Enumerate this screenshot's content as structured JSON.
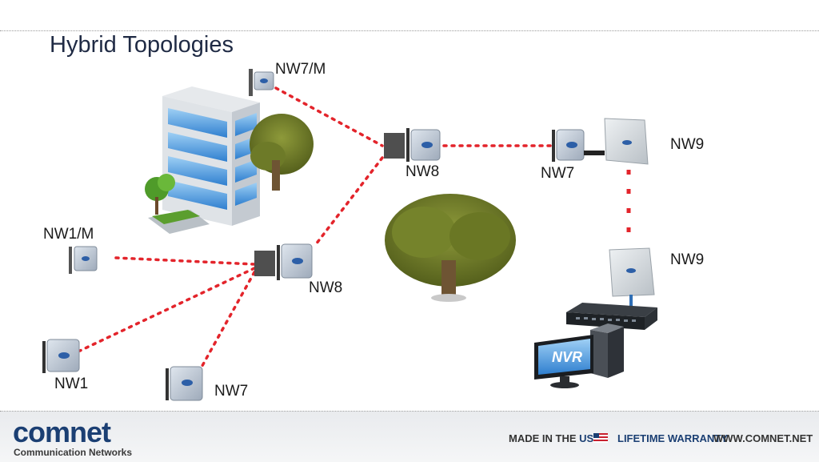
{
  "title": "Hybrid Topologies",
  "nodes": {
    "nw7m": "NW7/M",
    "nw8_top": "NW8",
    "nw7_top": "NW7",
    "nw9_top": "NW9",
    "nw1m": "NW1/M",
    "nw8_mid": "NW8",
    "nw9_mid": "NW9",
    "nw1": "NW1",
    "nw7_bottom": "NW7"
  },
  "nvr_label": "NVR",
  "footer": {
    "brand": "comnet",
    "brand_sub": "Communication Networks",
    "made_in": "MADE IN THE",
    "usa": "USA",
    "warranty": "LIFETIME WARRANTY",
    "website": "WWW.COMNET.NET"
  },
  "colors": {
    "link": "#e3242b",
    "brand": "#1b3f73"
  }
}
